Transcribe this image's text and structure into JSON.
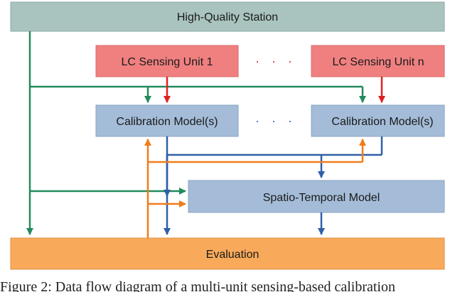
{
  "boxes": {
    "station": {
      "label": "High-Quality Station",
      "color": "#a9c4bf"
    },
    "sensing_unit_1": {
      "label": "LC Sensing Unit 1",
      "color": "#f08080"
    },
    "sensing_unit_n": {
      "label": "LC Sensing Unit n",
      "color": "#f08080"
    },
    "calibration_1": {
      "label": "Calibration Model(s)",
      "color": "#a4bcd8"
    },
    "calibration_n": {
      "label": "Calibration Model(s)",
      "color": "#a4bcd8"
    },
    "spatio_temporal": {
      "label": "Spatio-Temporal Model",
      "color": "#a4bcd8"
    },
    "evaluation": {
      "label": "Evaluation",
      "color": "#f8a95a"
    }
  },
  "ellipsis": {
    "sensing": "· · ·",
    "calibration": "· · ·"
  },
  "caption": "Figure 2: Data flow diagram of a multi-unit sensing-based calibration",
  "colors": {
    "green_flow": "#238a5c",
    "red_flow": "#e02020",
    "blue_flow": "#2f5fa8",
    "orange_flow": "#ef7d1a",
    "red_dots": "#e03030",
    "blue_dots": "#3a6fb0"
  }
}
